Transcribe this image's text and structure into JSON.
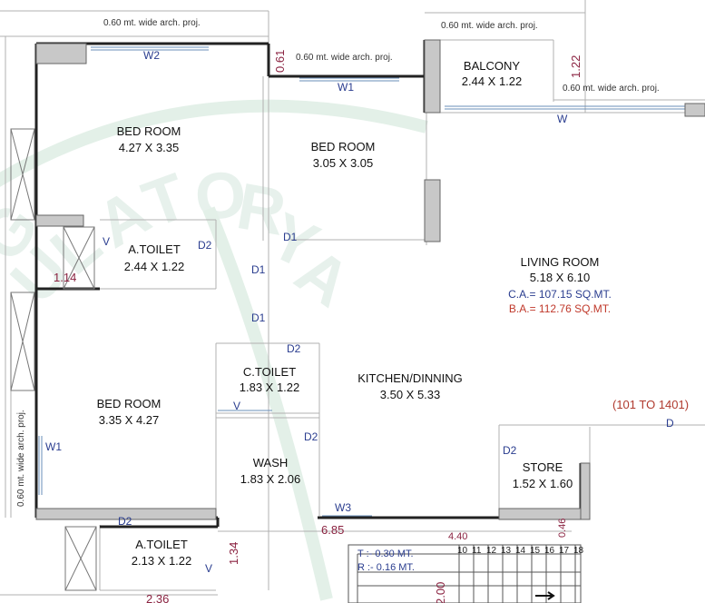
{
  "watermark": {
    "letters": [
      "G",
      "U",
      "L",
      "A",
      "T",
      "O",
      "R",
      "Y",
      "A"
    ]
  },
  "projection_label": "0.60 mt. wide arch. proj.",
  "rooms": [
    {
      "key": "bed1",
      "name": "BED ROOM",
      "size": "4.27 X 3.35"
    },
    {
      "key": "bed2",
      "name": "BED ROOM",
      "size": "3.05 X 3.05"
    },
    {
      "key": "balcony",
      "name": "BALCONY",
      "size": "2.44 X 1.22"
    },
    {
      "key": "atoilet1",
      "name": "A.TOILET",
      "size": "2.44 X 1.22"
    },
    {
      "key": "living",
      "name": "LIVING ROOM",
      "size": "5.18 X 6.10"
    },
    {
      "key": "ctoilet",
      "name": "C.TOILET",
      "size": "1.83 X 1.22"
    },
    {
      "key": "kitchen",
      "name": "KITCHEN/DINNING",
      "size": "3.50 X 5.33"
    },
    {
      "key": "bed3",
      "name": "BED ROOM",
      "size": "3.35 X 4.27"
    },
    {
      "key": "wash",
      "name": "WASH",
      "size": "1.83 X 2.06"
    },
    {
      "key": "store",
      "name": "STORE",
      "size": "1.52 X 1.60"
    },
    {
      "key": "atoilet2",
      "name": "A.TOILET",
      "size": "2.13 X 1.22"
    }
  ],
  "areas": {
    "carpet": "C.A.= 107.15 SQ.MT.",
    "built_up": "B.A.= 112.76 SQ.MT."
  },
  "flat_range": "(101 TO 1401)",
  "openings": {
    "w2": "W2",
    "w1_top": "W1",
    "w_living": "W",
    "v_toilet1": "V",
    "d2_toilet1": "D2",
    "d1_bed2": "D1",
    "d1_a": "D1",
    "d1_b": "D1",
    "d2_ctoilet": "D2",
    "v_ctoilet": "V",
    "d2_wash": "D2",
    "w1_left": "W1",
    "w3": "W3",
    "d_living": "D",
    "d2_store": "D2",
    "d2_toilet2": "D2",
    "v_toilet2": "V"
  },
  "dims": {
    "d061": "0.61",
    "d122": "1.22",
    "d114": "1.14",
    "d134": "1.34",
    "d685": "6.85",
    "d440": "4.40",
    "d046": "0.46",
    "d236": "2.36",
    "d200": "2.00"
  },
  "stair": {
    "steps": [
      "10",
      "11",
      "12",
      "13",
      "14",
      "15",
      "16",
      "17",
      "18"
    ],
    "tread": "T :- 0.30 MT.",
    "riser": "R :- 0.16 MT."
  }
}
